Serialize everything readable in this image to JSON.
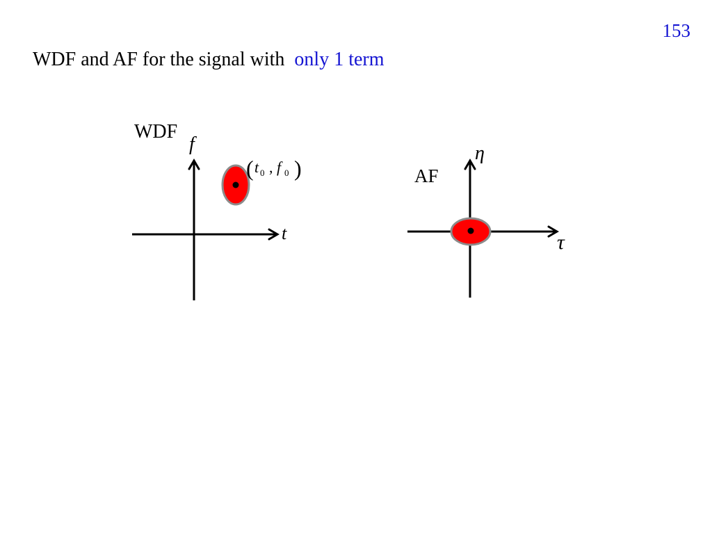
{
  "slide": {
    "page_number": "153",
    "title": {
      "text": "WDF and AF for the signal with",
      "highlight": "only 1 term"
    }
  },
  "wdf": {
    "label": "WDF",
    "y_axis_label": "f",
    "x_axis_label": "t",
    "point_label": {
      "open": "(",
      "t": "t",
      "t_sub": "0",
      "sep": ",",
      "f": "f",
      "f_sub": "0",
      "close": ")"
    }
  },
  "af": {
    "label": "AF",
    "y_axis_label": "η",
    "x_axis_label": "τ"
  },
  "colors": {
    "background": "#ffffff",
    "text": "#000000",
    "accent": "#1414d2",
    "axis": "#000000",
    "region_fill": "#ff0000",
    "region_outline": "#8c8c8c",
    "center_dot": "#000000"
  }
}
